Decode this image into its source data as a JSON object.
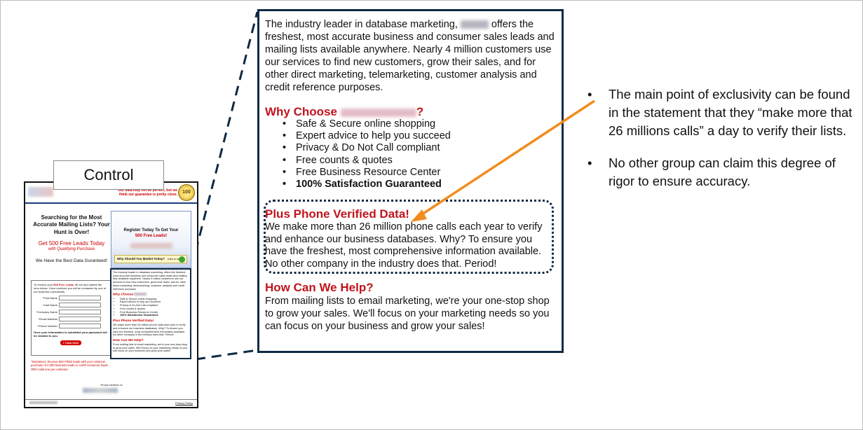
{
  "control_label": "Control",
  "thumbnail": {
    "tagline": "Our data may not be perfect, but we think our guarantee is pretty close.",
    "seal_text": "100",
    "headline": "Searching for the Most Accurate Mailing Lists? Your Hunt is Over!",
    "offer": "Get 500 Free Leads Today",
    "offer_sub": "with Qualifying Purchase",
    "best_data": "We Have the Best Data Guranteed!",
    "form": {
      "intro_prefix": "To receive your",
      "intro_highlight": "500 Free Leads",
      "intro_suffix": ", fill out and submit the form below. Once received you will be contacted by one of our business consultants.",
      "fields": [
        "*First Name",
        "*Last Name",
        "*Company Name",
        "*Email Address",
        "*Phone Number"
      ],
      "note": "Once your information is submitted your password will be emailed to you.",
      "button": "» Click Here"
    },
    "register": {
      "title": "Register Today To Get Your",
      "highlight": "500 Free Leads!",
      "bar_text": "Why Should You Market Today?",
      "bar_hint": "(click to watch)"
    },
    "body": {
      "intro": "The industry leader in database marketing, offers the freshest, most accurate business and consumer sales leads and mailing lists available anywhere. Nearly 4 million customers use our services to find new customers, grow their sales, and for other direct marketing, telemarketing, customer analysis and credit reference purposes.",
      "why_heading": "Why Choose",
      "bullets": [
        "Safe & Secure online shopping",
        "Expert advice to help you succeed",
        "Privacy & Do Not Call compliant",
        "Free counts & quotes",
        "Free Business Resource Center",
        "100% Satisfaction Guaranteed"
      ],
      "phone_heading": "Plus Phone Verified Data!",
      "phone_text": "We make more than 26 million phone calls each year to verify and enhance our business databases. Why? To ensure you have the freshest, most comprehensive information available. No other company in the industry does that. Period!",
      "help_heading": "How Can We Help?",
      "help_text": "From mailing lists to email marketing, we're your one-stop shop to grow your sales. We'll focus on your marketing needs so you can focus on your business and grow your sales!"
    },
    "disclaimer": "*Disclaimer: Receive 500 FREE leads with your minimum purchase of 2,000 business leads or 4,000 consumer leads. Offer valid one per customer.",
    "proud_member": "Proud member of",
    "privacy": "Privacy Policy"
  },
  "zoom": {
    "intro_part1": "The industry leader in database marketing,",
    "intro_part2": "offers the freshest, most accurate business and consumer sales leads and mailing lists available anywhere. Nearly 4 million customers use our services to find new customers, grow their sales, and for other direct marketing, telemarketing, customer analysis and credit reference purposes.",
    "why_heading": "Why Choose",
    "why_suffix": "?",
    "bullets": [
      "Safe & Secure online shopping",
      "Expert advice to help you succeed",
      "Privacy & Do Not Call compliant",
      "Free counts & quotes",
      "Free Business Resource Center"
    ],
    "bullet_bold": "100% Satisfaction Guaranteed",
    "phone_heading": "Plus Phone Verified Data!",
    "phone_text": "We make more than 26 million phone calls each year to verify and enhance our business databases. Why? To ensure you have the freshest, most comprehensive information available. No other company in the industry does that. Period!",
    "help_heading": "How Can We Help?",
    "help_text": "From mailing lists to email marketing, we're your one-stop shop to grow your sales. We'll focus on your marketing needs so you can focus on your business and grow your sales!"
  },
  "notes": [
    "The main point of exclusivity can be found in the statement that they “make more that 26 millions calls” a day to verify their lists.",
    "No other group can claim this degree of rigor to ensure accuracy."
  ],
  "colors": {
    "heading_red": "#c0141d",
    "frame_navy": "#0e2a44",
    "arrow_orange": "#f28c1e"
  }
}
